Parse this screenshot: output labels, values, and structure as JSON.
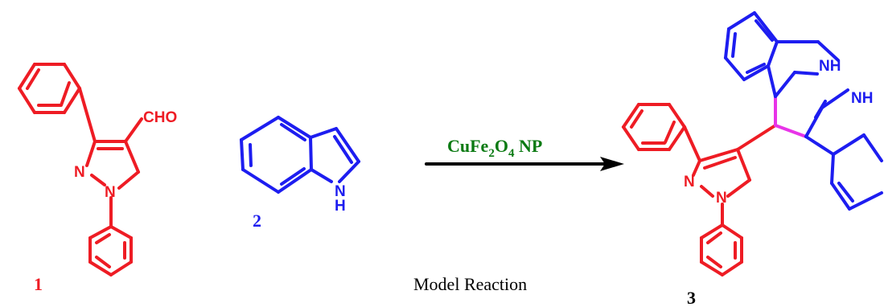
{
  "colors": {
    "reactant_1": "#ee1c24",
    "reactant_2": "#1d1df0",
    "new_bond": "#e834e8",
    "reagent_text": "#0a7a12",
    "text": "#000000"
  },
  "compound_1": {
    "number": "1",
    "aldehyde_label": "CHO",
    "ring_n_label": "N",
    "ring_n1_label": "N"
  },
  "compound_2": {
    "number": "2",
    "nh_label": "N",
    "nh_h_label": "H"
  },
  "arrow": {
    "reagent": "CuFe",
    "reagent_sub1": "2",
    "reagent_o": "O",
    "reagent_sub2": "4",
    "reagent_tail": " NP"
  },
  "compound_3": {
    "number": "3",
    "nh_top": "NH",
    "nh_right": "NH",
    "ring_n_label": "N",
    "ring_n1_label": "N"
  },
  "caption": "Model Reaction"
}
